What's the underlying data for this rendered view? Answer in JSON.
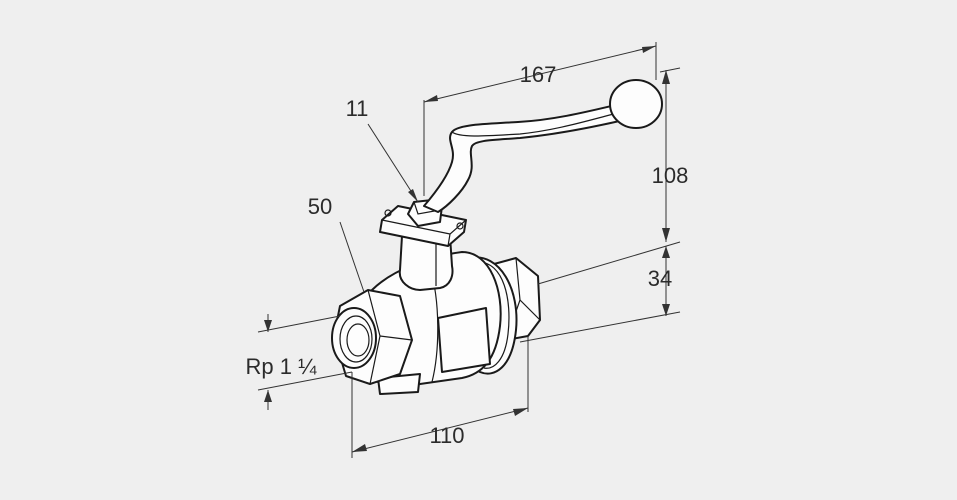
{
  "diagram": {
    "background": "#efefef",
    "line_color": "#1a1a1a",
    "dimensions": {
      "handle_length": "167",
      "handle_height": "108",
      "center_height": "34",
      "body_length": "110",
      "spindle": "11",
      "hex": "50",
      "thread": "Rp 1 ¼"
    }
  }
}
